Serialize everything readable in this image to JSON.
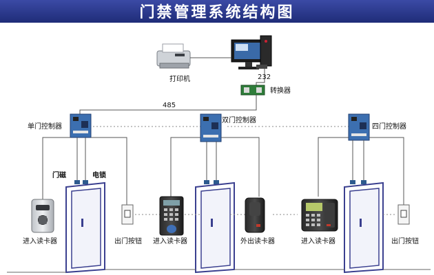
{
  "title": "门禁管理系统结构图",
  "colors": {
    "title_bar": "#2b3a8c",
    "door_frame": "#3a3f8f",
    "board": "#3c6fb0",
    "board_border": "#1f3e70"
  },
  "labels": {
    "printer": "打印机",
    "converter": "转换器",
    "rs232": "232",
    "rs485": "485",
    "ctrl_single": "单门控制器",
    "ctrl_double": "双门控制器",
    "ctrl_four": "四门控制器",
    "door_magnet": "门磁",
    "electric_lock": "电锁",
    "reader_in_1": "进入读卡器",
    "exit_button_1": "出门按钮",
    "reader_in_2": "进入读卡器",
    "reader_out": "外出读卡器",
    "reader_in_3": "进入读卡器",
    "exit_button_2": "出门按钮"
  },
  "icons": [
    "printer-icon",
    "computer-icon",
    "converter-icon",
    "controller-board-icon",
    "card-reader-icon",
    "fingerprint-reader-icon",
    "keypad-reader-icon",
    "exit-button-icon",
    "door-icon"
  ]
}
